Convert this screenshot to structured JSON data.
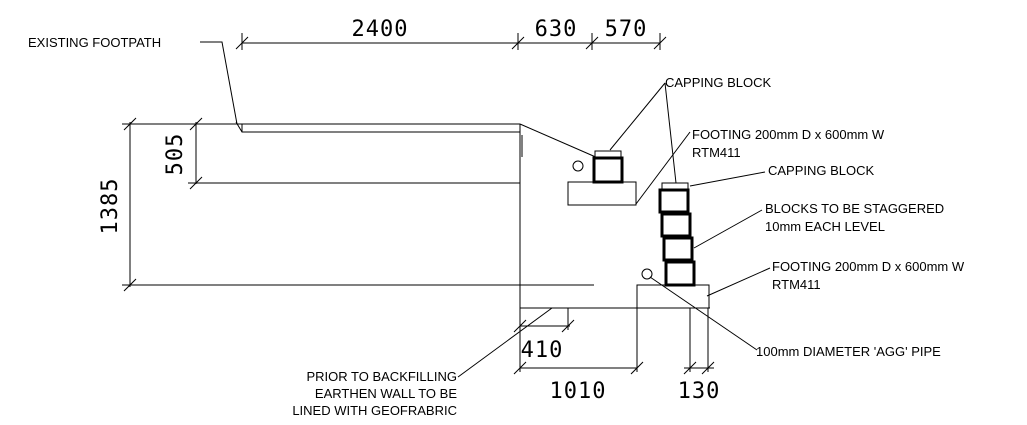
{
  "dimensions": {
    "d2400": "2400",
    "d630": "630",
    "d570": "570",
    "d505": "505",
    "d1385": "1385",
    "d410": "410",
    "d1010": "1010",
    "d130": "130"
  },
  "labels": {
    "existing_footpath": "EXISTING FOOTPATH",
    "capping_block_1": "CAPPING BLOCK",
    "footing_1_line1": "FOOTING 200mm D x 600mm W",
    "footing_1_line2": "RTM411",
    "capping_block_2": "CAPPING BLOCK",
    "blocks_staggered_line1": "BLOCKS TO BE STAGGERED",
    "blocks_staggered_line2": "10mm EACH LEVEL",
    "footing_2_line1": "FOOTING 200mm D x 600mm W",
    "footing_2_line2": "RTM411",
    "agg_pipe": "100mm DIAMETER 'AGG' PIPE",
    "backfill_line1": "PRIOR TO BACKFILLING",
    "backfill_line2": "EARTHEN WALL TO BE",
    "backfill_line3": "LINED WITH GEOFRABRIC"
  }
}
